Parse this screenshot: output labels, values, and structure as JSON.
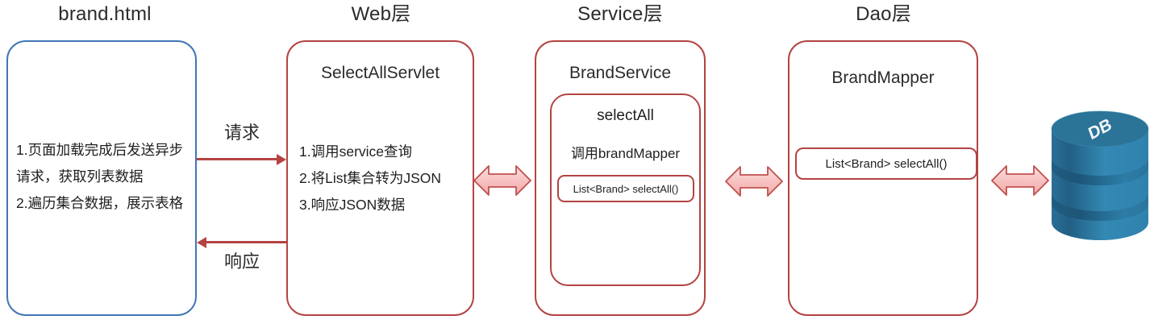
{
  "columns": [
    {
      "title": "brand.html"
    },
    {
      "title": "Web层"
    },
    {
      "title": "Service层"
    },
    {
      "title": "Dao层"
    }
  ],
  "client": {
    "lines": [
      "1.页面加载完成后发送异步请求，获取列表数据",
      "2.遍历集合数据，展示表格"
    ]
  },
  "web": {
    "heading": "SelectAllServlet",
    "lines": [
      "1.调用service查询",
      "2.将List集合转为JSON",
      "3.响应JSON数据"
    ]
  },
  "service": {
    "heading": "BrandService",
    "method_heading": "selectAll",
    "method_body": "调用brandMapper",
    "signature": "List<Brand> selectAll()"
  },
  "dao": {
    "heading": "BrandMapper",
    "signature": "List<Brand> selectAll()"
  },
  "database": {
    "label": "DB"
  },
  "connectors": {
    "request_label": "请求",
    "response_label": "响应"
  },
  "colors": {
    "client_border": "#4176b4",
    "layer_border": "#b34442",
    "arrow_fill": "#f6bcbc",
    "arrow_border": "#c0504d",
    "db_body": "#2e7ca8",
    "db_top": "#2a6f96"
  }
}
